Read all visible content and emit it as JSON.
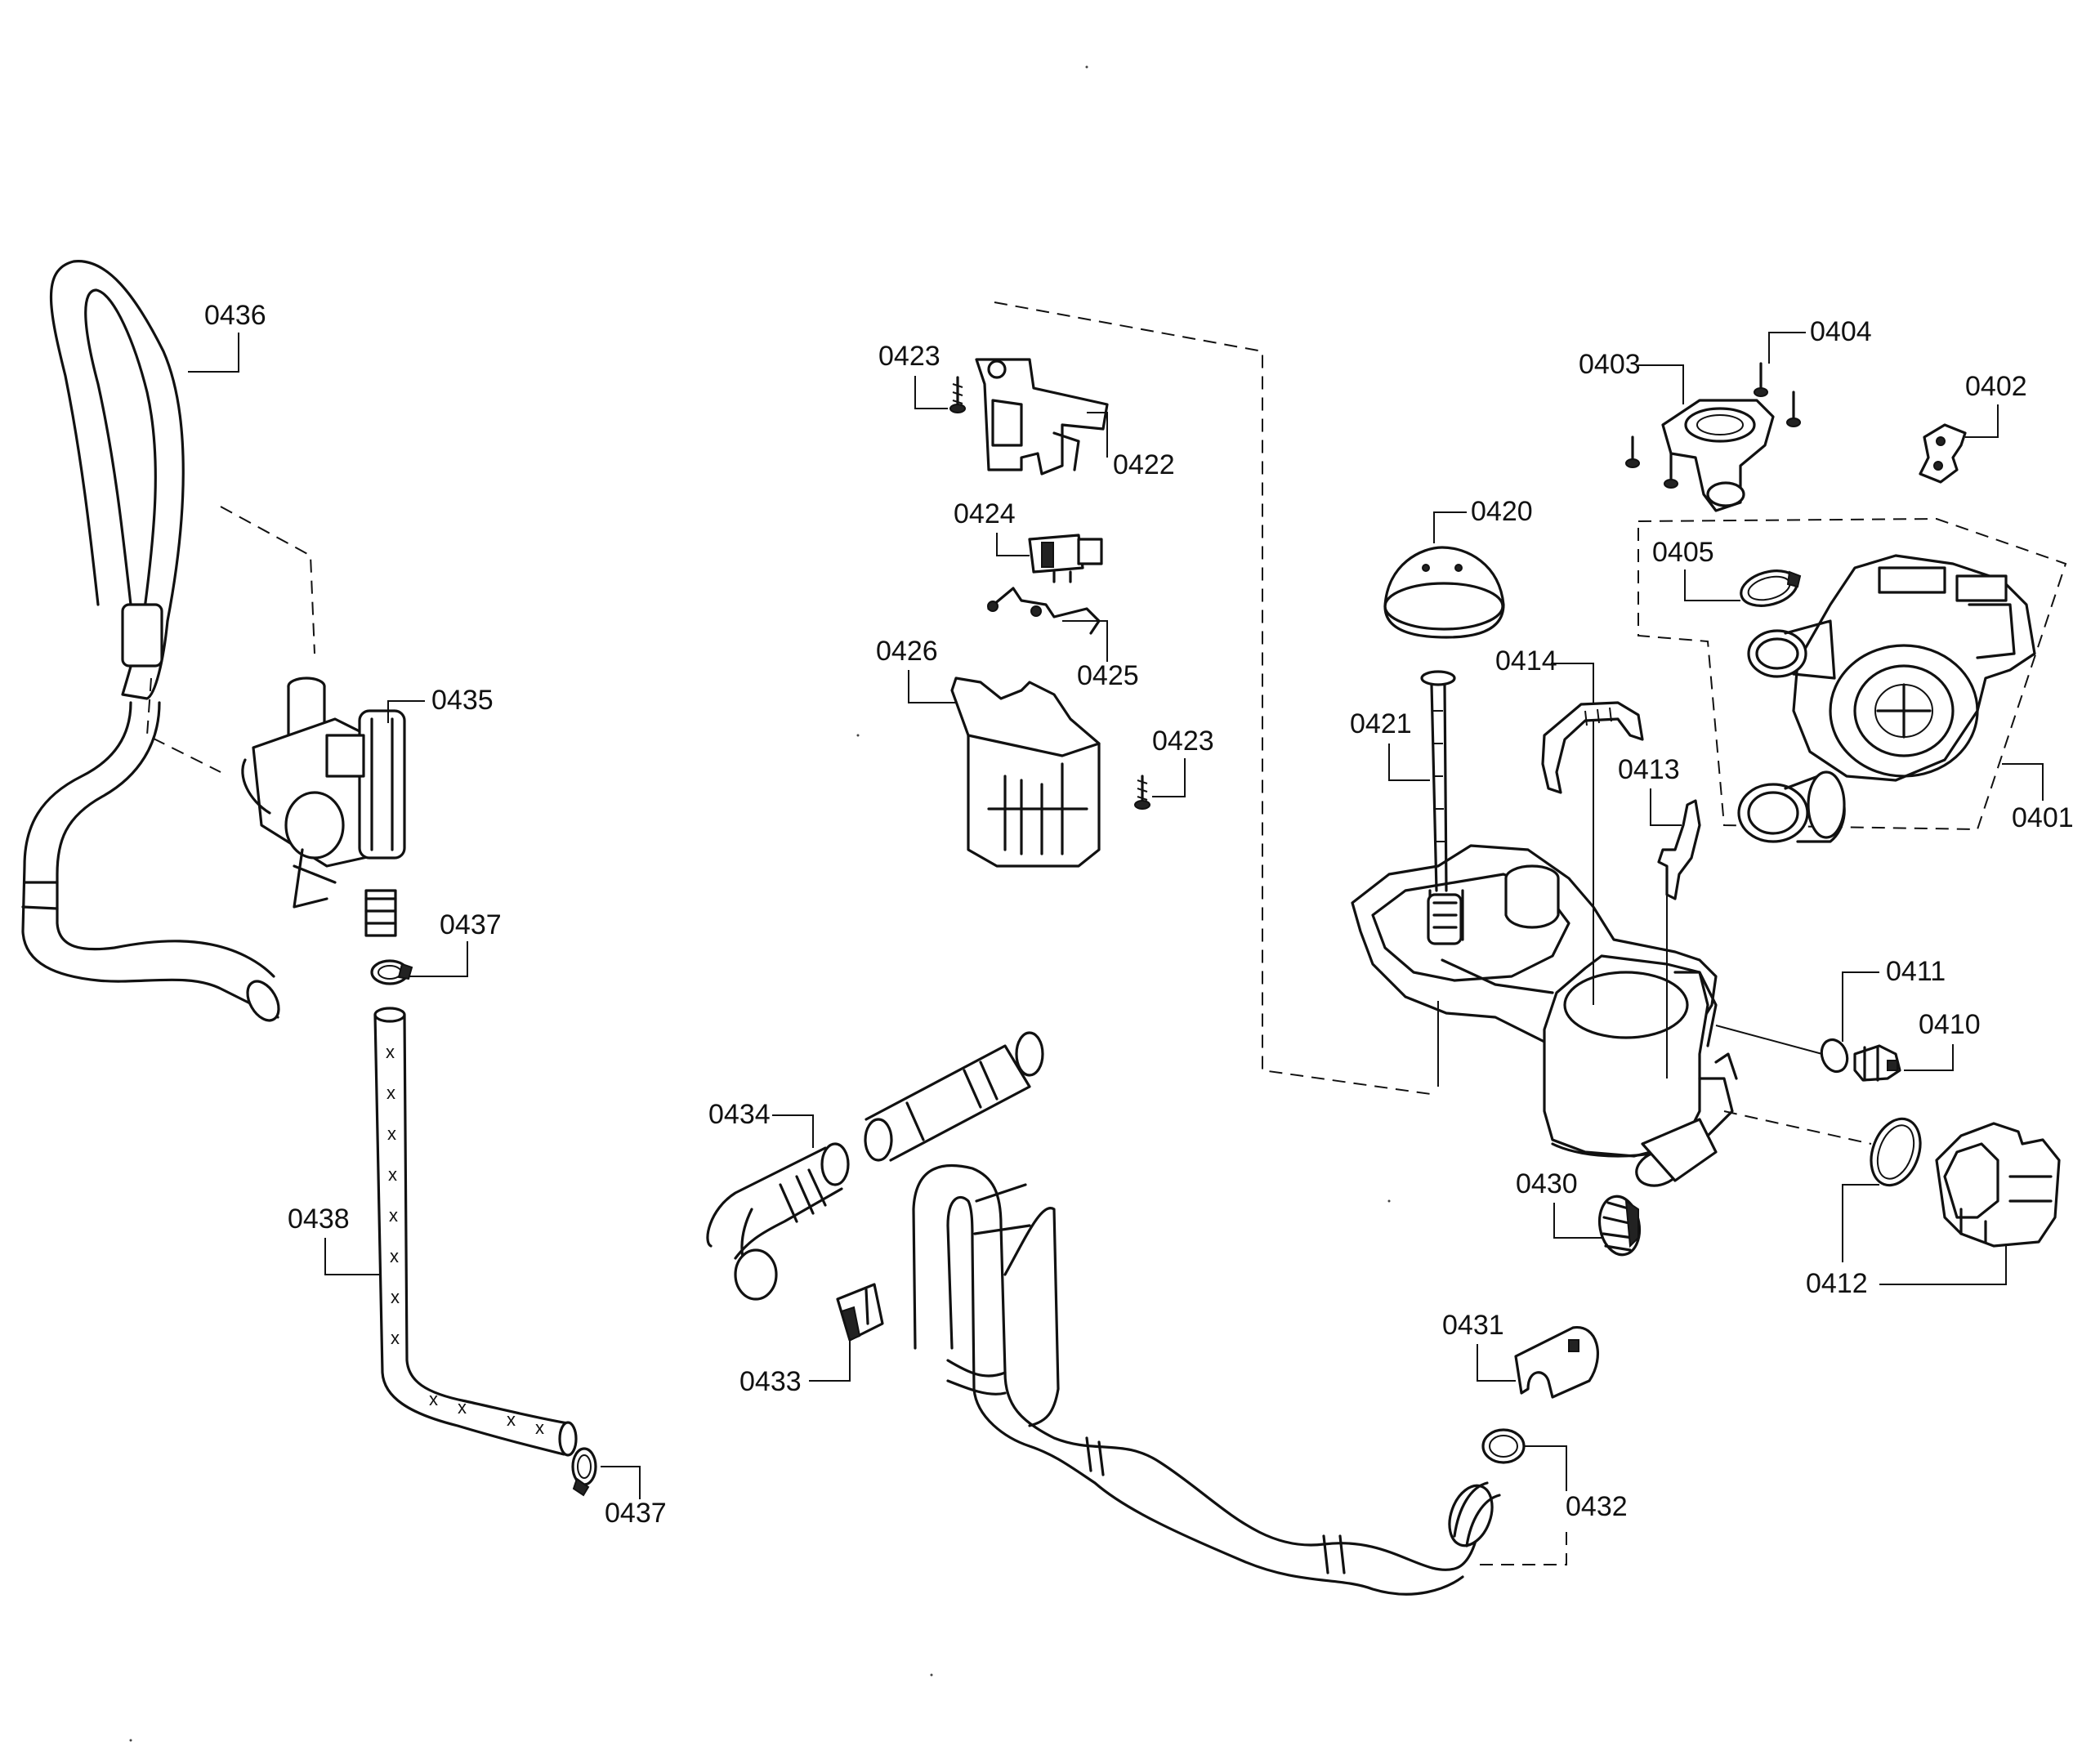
{
  "diagram": {
    "callouts": {
      "c0401": "0401",
      "c0402": "0402",
      "c0403": "0403",
      "c0404": "0404",
      "c0405": "0405",
      "c0410": "0410",
      "c0411": "0411",
      "c0412": "0412",
      "c0413": "0413",
      "c0414": "0414",
      "c0420": "0420",
      "c0421": "0421",
      "c0422": "0422",
      "c0423a": "0423",
      "c0423b": "0423",
      "c0424": "0424",
      "c0425": "0425",
      "c0426": "0426",
      "c0430": "0430",
      "c0431": "0431",
      "c0432": "0432",
      "c0433": "0433",
      "c0434": "0434",
      "c0435": "0435",
      "c0436": "0436",
      "c0437a": "0437",
      "c0437b": "0437",
      "c0438": "0438"
    },
    "hose_marking": "x"
  }
}
